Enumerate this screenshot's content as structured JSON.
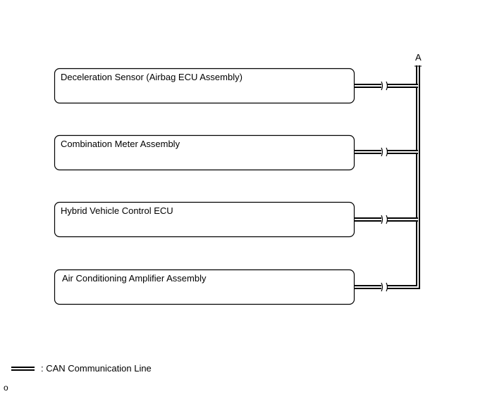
{
  "terminal_label": "A",
  "components": [
    {
      "label": "Deceleration Sensor (Airbag ECU Assembly)"
    },
    {
      "label": "Combination Meter Assembly"
    },
    {
      "label": "Hybrid Vehicle Control ECU"
    },
    {
      "label": "Air Conditioning Amplifier Assembly"
    }
  ],
  "legend": {
    "label": ": CAN Communication Line"
  },
  "reference_code": "o"
}
